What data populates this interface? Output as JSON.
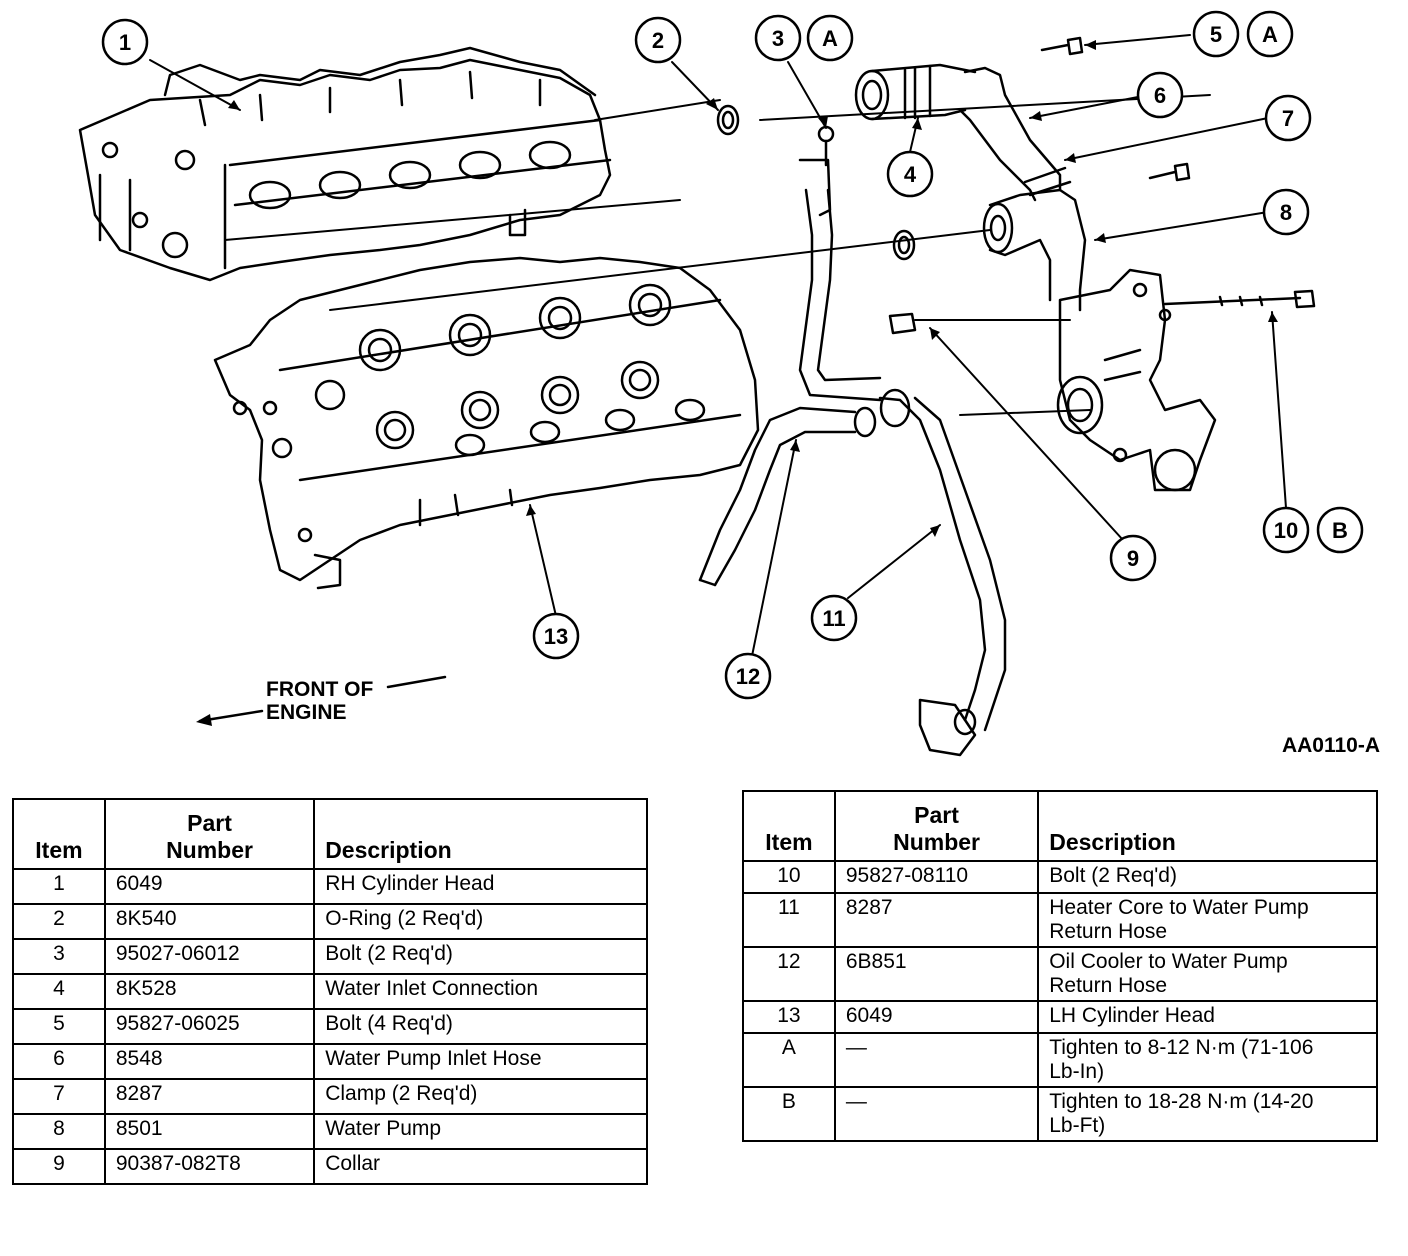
{
  "diagram": {
    "figure_id": "AA0110-A",
    "front_label_line1": "FRONT OF",
    "front_label_line2": "ENGINE",
    "callouts": [
      "1",
      "2",
      "3",
      "A",
      "5",
      "A",
      "6",
      "7",
      "4",
      "8",
      "9",
      "10",
      "B",
      "11",
      "12",
      "13"
    ]
  },
  "tables": {
    "headers": {
      "item": "Item",
      "part_line1": "Part",
      "part_line2": "Number",
      "description": "Description"
    },
    "left_rows": [
      {
        "item": "1",
        "part": "6049",
        "description": "RH Cylinder Head"
      },
      {
        "item": "2",
        "part": "8K540",
        "description": "O-Ring (2 Req'd)"
      },
      {
        "item": "3",
        "part": "95027-06012",
        "description": "Bolt (2 Req'd)"
      },
      {
        "item": "4",
        "part": "8K528",
        "description": "Water Inlet Connection"
      },
      {
        "item": "5",
        "part": "95827-06025",
        "description": "Bolt (4 Req'd)"
      },
      {
        "item": "6",
        "part": "8548",
        "description": "Water Pump Inlet Hose"
      },
      {
        "item": "7",
        "part": "8287",
        "description": "Clamp (2 Req'd)"
      },
      {
        "item": "8",
        "part": "8501",
        "description": "Water Pump"
      },
      {
        "item": "9",
        "part": "90387-082T8",
        "description": "Collar"
      }
    ],
    "right_rows": [
      {
        "item": "10",
        "part": "95827-08110",
        "description": "Bolt (2 Req'd)"
      },
      {
        "item": "11",
        "part": "8287",
        "description": "Heater Core to Water Pump\nReturn Hose"
      },
      {
        "item": "12",
        "part": "6B851",
        "description": "Oil Cooler to Water Pump\nReturn Hose"
      },
      {
        "item": "13",
        "part": "6049",
        "description": "LH Cylinder Head"
      },
      {
        "item": "A",
        "part": "—",
        "description": "Tighten to 8-12 N·m (71-106\nLb-In)"
      },
      {
        "item": "B",
        "part": "—",
        "description": "Tighten to 18-28 N·m (14-20\nLb-Ft)"
      }
    ]
  }
}
